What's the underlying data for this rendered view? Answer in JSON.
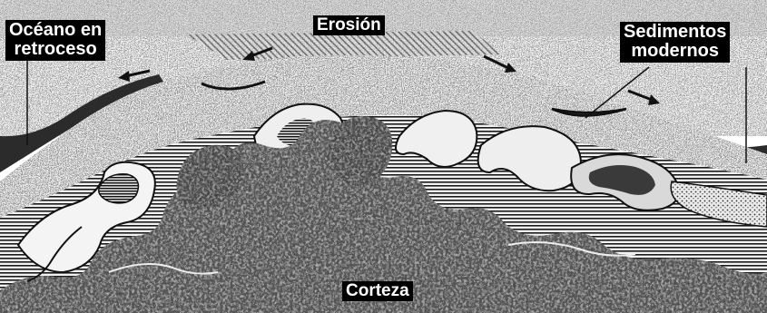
{
  "labels": {
    "ocean_line1": "Océano en",
    "ocean_line2": "retroceso",
    "erosion": "Erosión",
    "sediments_line1": "Sedimentos",
    "sediments_line2": "modernos",
    "crust": "Corteza"
  }
}
